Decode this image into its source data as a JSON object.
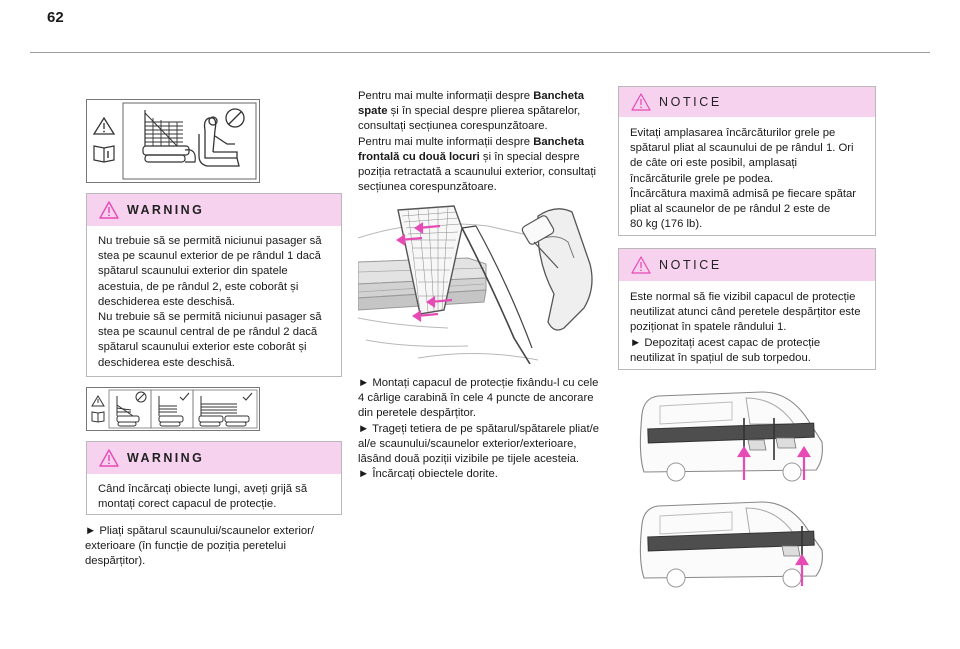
{
  "page": {
    "number": "62"
  },
  "warning1": {
    "title": "WARNING",
    "lines": [
      "Nu trebuie să se permită niciunui pasager să",
      "stea pe scaunul exterior de pe rândul 1 dacă",
      "spătarul scaunului exterior din spatele",
      "acestuia, de pe rândul 2, este coborât și",
      "deschiderea este deschisă.",
      "Nu trebuie să se permită niciunui pasager să",
      "stea pe scaunul central de pe rândul 2 dacă",
      "spătarul scaunului exterior este coborât și",
      "deschiderea este deschisă."
    ]
  },
  "warning2": {
    "title": "WARNING",
    "lines": [
      "Când încărcați obiecte lungi, aveți grijă să",
      "montați corect capacul de protecție."
    ]
  },
  "step1": {
    "lines": [
      "► Pliați spătarul scaunului/scaunelor exterior/",
      "exterioare (în funcție de poziția peretelui",
      "despărțitor)."
    ]
  },
  "intro": {
    "l1": "Pentru mai multe informații despre ",
    "b1": "Bancheta",
    "b2": "spate",
    "l2": " și în special despre plierea spătarelor,",
    "l3": "consultați secțiunea corespunzătoare.",
    "l4": "Pentru mai multe informații despre ",
    "b3": "Bancheta",
    "b4": "frontală cu două locuri",
    "l5": " și în special despre",
    "l6": "poziția retractată a scaunului exterior, consultați",
    "l7": "secțiunea corespunzătoare."
  },
  "steps": {
    "lines": [
      "► Montați capacul de protecție fixându-l cu cele",
      "4 cârlige carabină în cele 4 puncte de ancorare",
      "din peretele despărțitor.",
      "► Trageți tetiera de pe spătarul/spătarele pliat/e",
      "al/e scaunului/scaunelor exterior/exterioare,",
      "lăsând două poziții vizibile pe tijele acesteia.",
      "► Încărcați obiectele dorite."
    ]
  },
  "notice1": {
    "title": "NOTICE",
    "lines": [
      "Evitați amplasarea încărcăturilor grele pe",
      "spătarul pliat al scaunului de pe rândul 1. Ori",
      "de câte ori este posibil, amplasați",
      "încărcăturile grele pe podea.",
      "Încărcătura maximă admisă pe fiecare spătar",
      "pliat al scaunelor de pe rândul 2 este de",
      "80 kg (176 lb)."
    ]
  },
  "notice2": {
    "title": "NOTICE",
    "lines": [
      "Este normal să fie vizibil capacul de protecție",
      "neutilizat atunci când peretele despărțitor este",
      "poziționat în spatele rândului 1.",
      "► Depozitați acest capac de protecție",
      "neutilizat în spațiul de sub torpedou."
    ]
  },
  "colors": {
    "accent": "#e64ab4",
    "box_head": "#f6d2ef",
    "border": "#b9b9b9"
  },
  "icons": [
    "warning-triangle-icon",
    "manual-book-icon",
    "no-sign-icon",
    "check-mark-icon",
    "seat-icon",
    "arrow-up-icon"
  ]
}
